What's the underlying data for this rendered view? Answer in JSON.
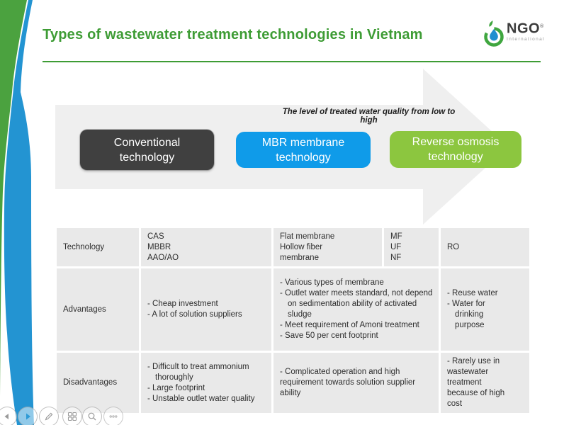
{
  "title": "Types of wastewater treatment technologies in Vietnam",
  "logo": {
    "name": "NGO",
    "mark": "®",
    "subtitle": "International"
  },
  "diagram": {
    "caption": "The level of treated water quality from low to high",
    "stages": [
      {
        "label": "Conventional technology",
        "color": "#404040"
      },
      {
        "label": "MBR membrane technology",
        "color": "#0F9BE9"
      },
      {
        "label": "Reverse osmosis technology",
        "color": "#8CC63F"
      }
    ]
  },
  "table": {
    "row1": {
      "label": "Technology",
      "col2": "CAS\nMBBR\nAAO/AO",
      "col3": "Flat membrane\nHollow fiber\nmembrane",
      "col4": "MF\nUF\nNF",
      "col5": "RO"
    },
    "row2": {
      "label": "Advantages",
      "col2": "- Cheap investment\n- A lot of solution suppliers",
      "col34_items": [
        "- Various types of membrane",
        "- Outlet water meets standard, not depend on sedimentation ability of activated sludge",
        "- Meet requirement of Amoni treatment",
        "- Save 50 per cent footprint"
      ],
      "col5_items": [
        "- Reuse water",
        "- Water for drinking purpose"
      ]
    },
    "row3": {
      "label": "Disadvantages",
      "col2_items": [
        "- Difficult to treat ammonium thoroughly",
        "- Large footprint",
        "- Unstable outlet water quality"
      ],
      "col34": "- Complicated operation and high requirement towards solution supplier ability",
      "col5": "- Rarely use in wastewater treatment because of high cost"
    }
  },
  "controls": {
    "buttons": [
      "previous-slide",
      "next-slide",
      "pen-tools",
      "all-slides",
      "zoom",
      "more-options"
    ]
  },
  "colors": {
    "accent_green": "#3E9C35",
    "band_green": "#4BA23F",
    "band_blue": "#2394D2",
    "stage_dark": "#404040",
    "stage_blue": "#0F9BE9",
    "stage_green": "#8CC63F",
    "arrow_gray": "#EFEFEF",
    "table_cell_gray": "#E9E9E9",
    "next_icon_blue": "#2E9BD6"
  }
}
